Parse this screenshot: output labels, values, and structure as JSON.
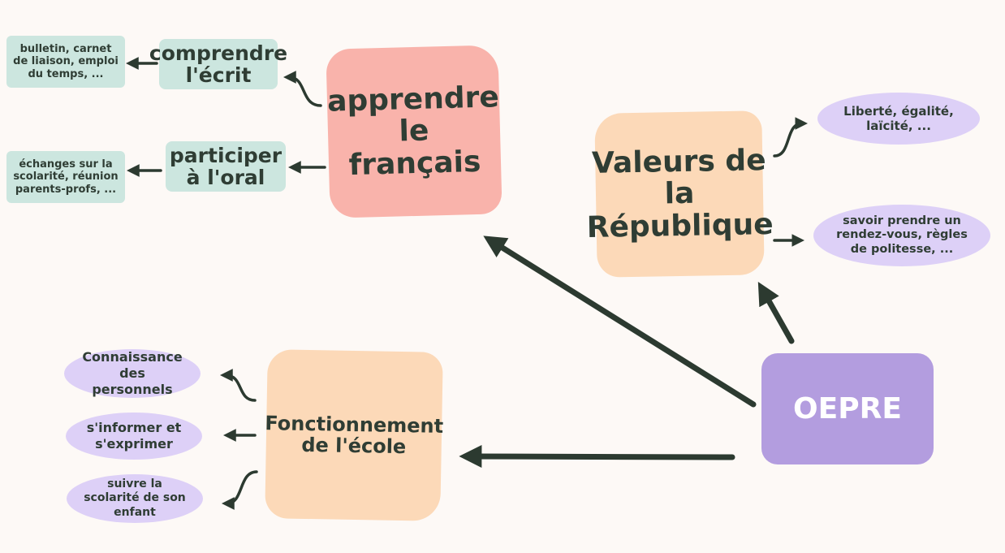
{
  "colors": {
    "background": "#fdf9f6",
    "arrow": "#2c3a30",
    "pink": "#f9b3ab",
    "peach": "#fcd9b8",
    "mint": "#cce6df",
    "lavender": "#ddd0f7",
    "purple": "#b39ddf",
    "text": "#2f3d34"
  },
  "center": {
    "label": "OEPRE"
  },
  "francais": {
    "label": "apprendre le français",
    "comprendre": {
      "label": "comprendre l'écrit",
      "example": "bulletin, carnet de liaison, emploi du temps, ..."
    },
    "oral": {
      "label": "participer à l'oral",
      "example": "échanges sur la scolarité, réunion parents-profs, ..."
    }
  },
  "valeurs": {
    "label": "Valeurs de la République",
    "items": [
      "Liberté, égalité, laïcité, ...",
      "savoir prendre un rendez-vous, règles de politesse, ..."
    ]
  },
  "ecole": {
    "label": "Fonctionnement de l'école",
    "items": [
      "Connaissance des personnels",
      "s'informer et s'exprimer",
      "suivre la scolarité de son enfant"
    ]
  }
}
